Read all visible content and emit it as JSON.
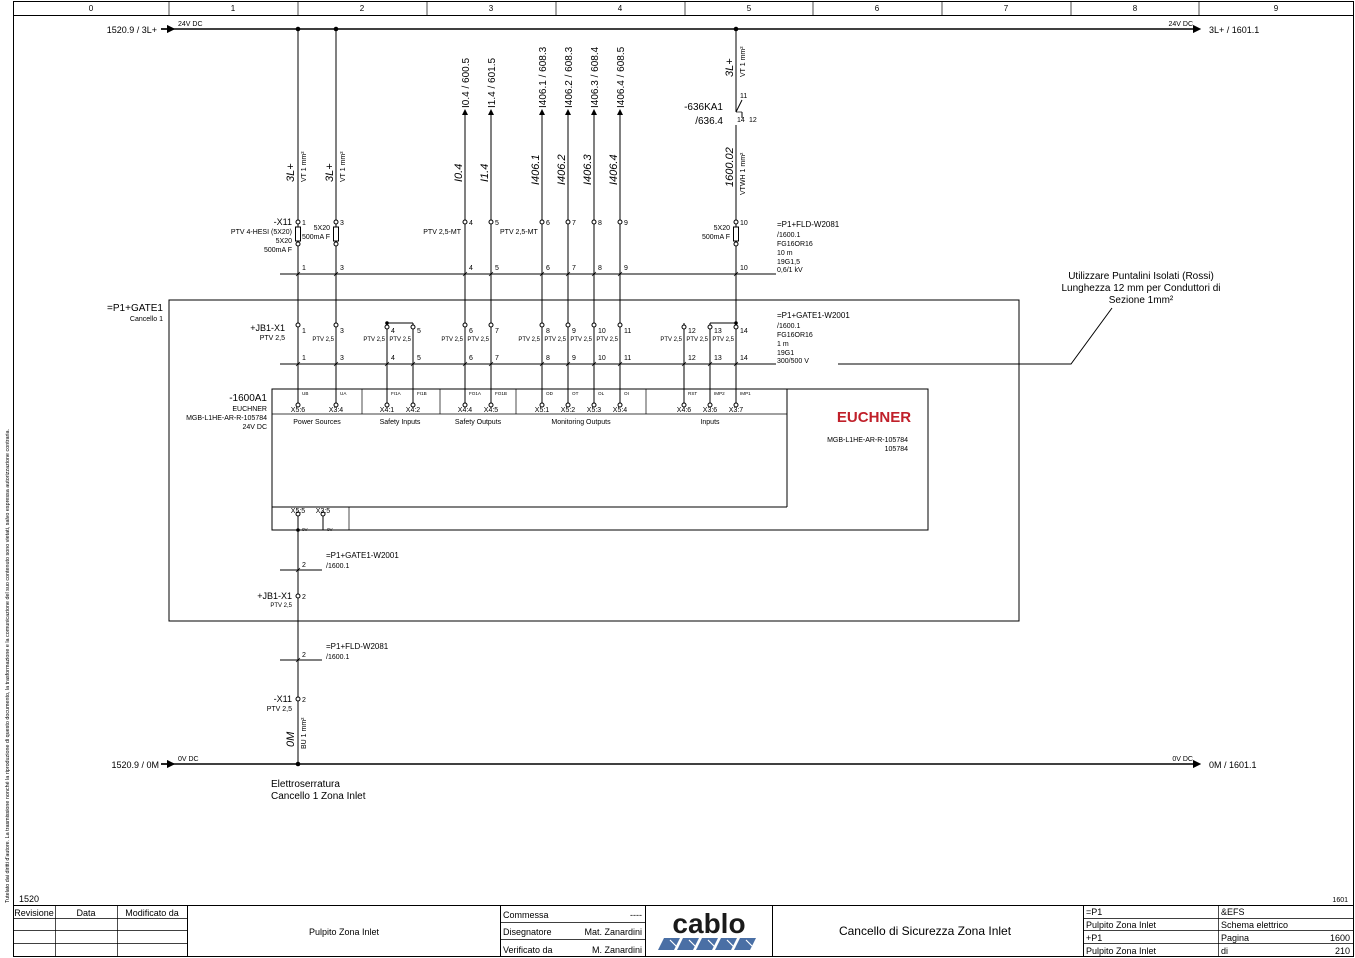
{
  "grid": {
    "columns": [
      "0",
      "1",
      "2",
      "3",
      "4",
      "5",
      "6",
      "7",
      "8",
      "9"
    ]
  },
  "side_note": "Tutelato dai diritti d'autore. La trasmissione nonché la riproduzione di questo documento, la trasformazione e la comunicazione del suo contenuto sono vietati, salvo espressa autorizzazione contraria.",
  "rails": {
    "top_left_ref": "1520.9 / 3L+",
    "top_left_voltage": "24V DC",
    "top_right_voltage": "24V DC",
    "top_right_ref": "3L+ / 1601.1",
    "bottom_left_ref": "1520.9 / 0M",
    "bottom_left_voltage": "0V DC",
    "bottom_right_voltage": "0V DC",
    "bottom_right_ref": "0M / 1601.1"
  },
  "wires": {
    "w1_name": "3L+",
    "w1_spec": "VT 1 mm²",
    "w2_name": "3L+",
    "w2_spec": "VT 1 mm²",
    "w3_spec": "VT 1 mm²",
    "w3_name": "3L+",
    "w4_name": "1600.02",
    "w4_spec": "VTWH 1 mm²",
    "w5_name": "0M",
    "w5_spec": "BU 1 mm²"
  },
  "signals": {
    "s1_ref": "I0.4 / 600.5",
    "s1_name": "I0.4",
    "s2_ref": "I1.4 / 601.5",
    "s2_name": "I1.4",
    "s3_ref": "I406.1 / 608.3",
    "s3_name": "I406.1",
    "s4_ref": "I406.2 / 608.3",
    "s4_name": "I406.2",
    "s5_ref": "I406.3 / 608.4",
    "s5_name": "I406.3",
    "s6_ref": "I406.4 / 608.5",
    "s6_name": "I406.4"
  },
  "relay": {
    "name": "-636KA1",
    "ref": "/636.4",
    "pin_in": "11",
    "pin_a": "14",
    "pin_b": "12"
  },
  "x11": {
    "name": "-X11",
    "pins": [
      "1",
      "3",
      "4",
      "5",
      "6",
      "7",
      "8",
      "9",
      "10"
    ],
    "fuse1_part": "PTV 4-HESI (5X20)",
    "fuse1_size": "5X20",
    "fuse1_rating": "500mA F",
    "fuse2_size": "5X20",
    "fuse2_rating": "500mA F",
    "fuse3_size": "5X20",
    "fuse3_rating": "500mA F",
    "ptv_mt_a": "PTV 2,5-MT",
    "ptv_mt_b": "PTV 2,5-MT",
    "bottom_name": "-X11",
    "bottom_pin": "2",
    "bottom_part": "PTV 2,5"
  },
  "cable1": {
    "name": "=P1+FLD-W2081",
    "ref": "/1600.1",
    "type": "FG16OR16",
    "length": "10 m",
    "cores": "19G1,5",
    "voltage": "0,6/1 kV"
  },
  "note": {
    "line1": "Utilizzare Puntalini Isolati (Rossi)",
    "line2": "Lunghezza 12 mm per Conduttori di",
    "line3": "Sezione 1mm²"
  },
  "gate": {
    "name": "=P1+GATE1",
    "desc": "Cancello 1"
  },
  "jb1": {
    "name": "+JB1-X1",
    "part": "PTV 2,5",
    "pins": [
      "1",
      "3",
      "4",
      "5",
      "6",
      "7",
      "8",
      "9",
      "10",
      "11",
      "12",
      "13",
      "14"
    ],
    "ptv": "PTV 2,5",
    "bottom_name": "+JB1-X1",
    "bottom_pin": "2",
    "bottom_part": "PTV 2,5"
  },
  "cable2": {
    "name": "=P1+GATE1-W2001",
    "ref": "/1600.1",
    "type": "FG16OR16",
    "length": "1 m",
    "cores": "19G1",
    "voltage": "300/500 V"
  },
  "device": {
    "name": "-1600A1",
    "maker": "EUCHNER",
    "model": "MGB-L1HE-AR-R-105784",
    "voltage": "24V DC",
    "logo": "EUCHNER",
    "box_model": "MGB-L1HE-AR-R-105784",
    "box_code": "105784",
    "pins": [
      {
        "sig": "UB",
        "term": "X5:6"
      },
      {
        "sig": "UA",
        "term": "X3:4"
      },
      {
        "sig": "FI1A",
        "term": "X4:1"
      },
      {
        "sig": "FI1B",
        "term": "X4:2"
      },
      {
        "sig": "FO1A",
        "term": "X4:4"
      },
      {
        "sig": "FO1B",
        "term": "X4:5"
      },
      {
        "sig": "OD",
        "term": "X5:1"
      },
      {
        "sig": "OT",
        "term": "X5:2"
      },
      {
        "sig": "OL",
        "term": "X5:3"
      },
      {
        "sig": "OI",
        "term": "X5:4"
      },
      {
        "sig": "RST",
        "term": "X4:6"
      },
      {
        "sig": "IMP2",
        "term": "X3:6"
      },
      {
        "sig": "IMP1",
        "term": "X3:7"
      }
    ],
    "groups": [
      "Power Sources",
      "Safety Inputs",
      "Safety Outputs",
      "Monitoring Outputs",
      "Inputs"
    ],
    "gnd_pins": [
      {
        "sig": "0V",
        "term": "X5:5"
      },
      {
        "sig": "0V",
        "term": "X3:5"
      }
    ]
  },
  "cable3": {
    "name": "=P1+GATE1-W2001",
    "ref": "/1600.1",
    "pin": "2"
  },
  "cable4": {
    "name": "=P1+FLD-W2081",
    "ref": "/1600.1",
    "pin": "2"
  },
  "caption": {
    "line1": "Elettroserratura",
    "line2": "Cancello 1 Zona Inlet"
  },
  "page_refs": {
    "prev": "1520",
    "next": "1601"
  },
  "titleblock": {
    "rev_head": "Revisione",
    "data_head": "Data",
    "mod_head": "Modificato da",
    "project": "Pulpito Zona Inlet",
    "commessa_label": "Commessa",
    "commessa_value": "----",
    "dis_label": "Disegnatore",
    "dis_value": "Mat. Zanardini",
    "ver_label": "Verificato da",
    "ver_value": "M. Zanardini",
    "logo": "cablo",
    "title": "Cancello di Sicurezza Zona Inlet",
    "p1": "=P1",
    "p1_desc": "Pulpito Zona Inlet",
    "p2": "+P1",
    "p2_desc": "Pulpito Zona Inlet",
    "efs": "&EFS",
    "doc": "Schema elettrico",
    "page_label": "Pagina",
    "page_value": "1600",
    "of_label": "di",
    "of_value": "210"
  },
  "colors": {
    "line": "#000000",
    "euchner_red": "#c0202a"
  }
}
